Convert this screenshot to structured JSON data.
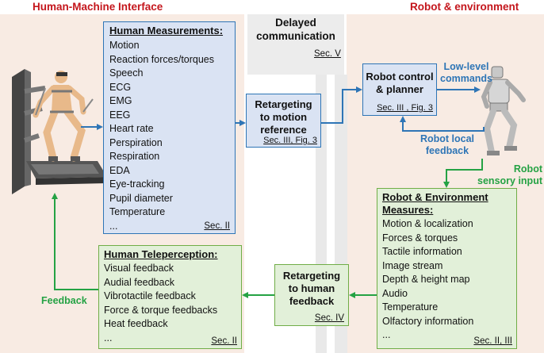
{
  "headings": {
    "left": "Human-Machine Interface",
    "right": "Robot & environment",
    "middle": "Delayed communication",
    "middle_ref": "Sec. V"
  },
  "human_measurements": {
    "title": "Human Measurements:",
    "items": [
      "Motion",
      "Reaction forces/torques",
      "Speech",
      "ECG",
      "EMG",
      "EEG",
      "Heart rate",
      "Perspiration",
      "Respiration",
      "EDA",
      "Eye-tracking",
      "Pupil diameter",
      "Temperature",
      "..."
    ],
    "ref": "Sec. II"
  },
  "retarget_motion": {
    "line1": "Retargeting",
    "line2": "to motion",
    "line3": "reference",
    "ref": "Sec. III, Fig. 3"
  },
  "robot_control": {
    "line1": "Robot control",
    "line2": "& planner",
    "ref": "Sec. III , Fig. 3"
  },
  "labels": {
    "low_level_1": "Low-level",
    "low_level_2": "commands",
    "local_fb_1": "Robot local",
    "local_fb_2": "feedback",
    "sensory_1": "Robot",
    "sensory_2": "sensory input",
    "feedback": "Feedback"
  },
  "robot_env": {
    "title1": "Robot & Environment",
    "title2": "Measures:",
    "items": [
      "Motion & localization",
      "Forces & torques",
      "Tactile information",
      "Image stream",
      "Depth & height map",
      "Audio",
      "Temperature",
      "Olfactory information",
      "..."
    ],
    "ref": "Sec. II, III"
  },
  "retarget_human": {
    "line1": "Retargeting",
    "line2": "to human",
    "line3": "feedback",
    "ref": "Sec. IV"
  },
  "teleperception": {
    "title": "Human Teleperception:",
    "items": [
      "Visual feedback",
      "Audial feedback",
      "Vibrotactile feedback",
      "Force & torque feedbacks",
      "Heat feedback",
      "..."
    ],
    "ref": "Sec. II"
  },
  "colors": {
    "blue": "#2e75b6",
    "green": "#25a244",
    "red": "#c4161c"
  },
  "icons": [
    "human-operator-exoskeleton-illustration",
    "humanoid-robot-illustration"
  ]
}
